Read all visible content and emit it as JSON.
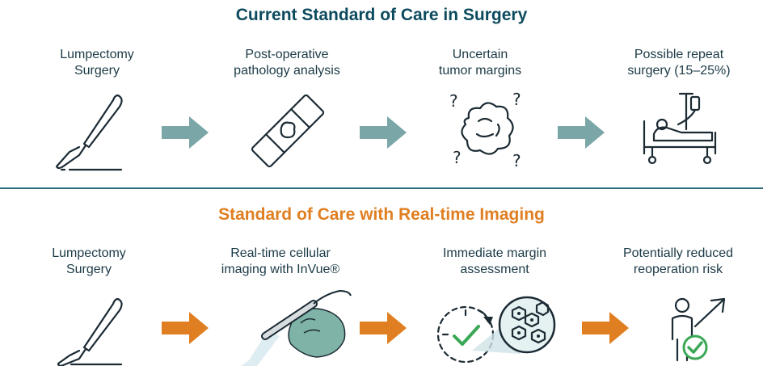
{
  "top_section": {
    "title": "Current Standard of Care in Surgery",
    "steps": [
      {
        "line1": "Lumpectomy",
        "line2": "Surgery",
        "icon": "scalpel-icon"
      },
      {
        "line1": "Post-operative",
        "line2": "pathology analysis",
        "icon": "pathology-slide-icon"
      },
      {
        "line1": "Uncertain",
        "line2": "tumor margins",
        "icon": "uncertain-tumor-icon"
      },
      {
        "line1": "Possible repeat",
        "line2": "surgery (15–25%)",
        "icon": "hospital-bed-icon"
      }
    ],
    "arrow_color": "#7aa6a8"
  },
  "bottom_section": {
    "title": "Standard of Care with Real-time Imaging",
    "steps": [
      {
        "line1": "Lumpectomy",
        "line2": "Surgery",
        "icon": "scalpel-icon"
      },
      {
        "line1": "Real-time cellular",
        "line2": "imaging with InVue®",
        "icon": "imaging-probe-icon"
      },
      {
        "line1": "Immediate margin",
        "line2": "assessment",
        "icon": "clock-magnifier-icon"
      },
      {
        "line1": "Potentially reduced",
        "line2": "reoperation risk",
        "icon": "person-check-icon"
      }
    ],
    "arrow_color": "#e07f22"
  },
  "colors": {
    "top_title": "#0c4a5e",
    "bottom_title": "#e07f22",
    "check": "#3aa856",
    "divider": "#2f6f7d"
  }
}
